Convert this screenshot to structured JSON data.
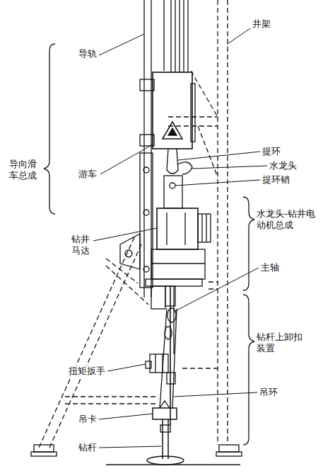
{
  "diagram": {
    "labels": [
      "导轨",
      "井架",
      "导向滑车总成",
      "游车",
      "提环",
      "水龙头",
      "提环销",
      "水龙头-钻井电动机总成",
      "钻井马达",
      "主轴",
      "钻杆上卸扣装置",
      "扭矩扳手",
      "吊环",
      "吊卡",
      "钻杆"
    ]
  }
}
